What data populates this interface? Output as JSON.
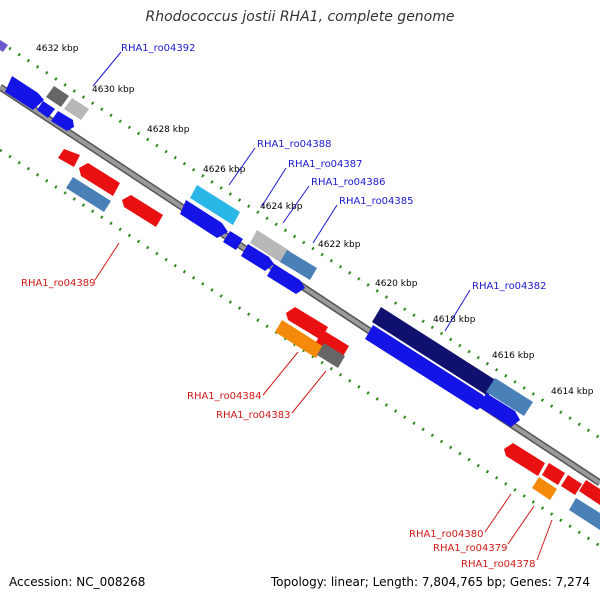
{
  "title": "Rhodococcus jostii RHA1, complete genome",
  "footer": {
    "accession": "Accession: NC_008268",
    "stats": "Topology: linear; Length: 7,804,765 bp; Genes: 7,274"
  },
  "colors": {
    "backbone": "#8f8f8f",
    "tick_dots": "#2e8b1e",
    "forward_label": "#1a1ad0",
    "reverse_label": "#d01818"
  },
  "ticks": [
    "4632 kbp",
    "4630 kbp",
    "4628 kbp",
    "4626 kbp",
    "4624 kbp",
    "4622 kbp",
    "4620 kbp",
    "4618 kbp",
    "4616 kbp",
    "4614 kbp"
  ],
  "forward_labels": [
    "RHA1_ro04392",
    "RHA1_ro04388",
    "RHA1_ro04387",
    "RHA1_ro04386",
    "RHA1_ro04385",
    "RHA1_ro04382"
  ],
  "reverse_labels": [
    "RHA1_ro04389",
    "RHA1_ro04384",
    "RHA1_ro04383",
    "RHA1_ro04380",
    "RHA1_ro04379",
    "RHA1_ro04378"
  ]
}
